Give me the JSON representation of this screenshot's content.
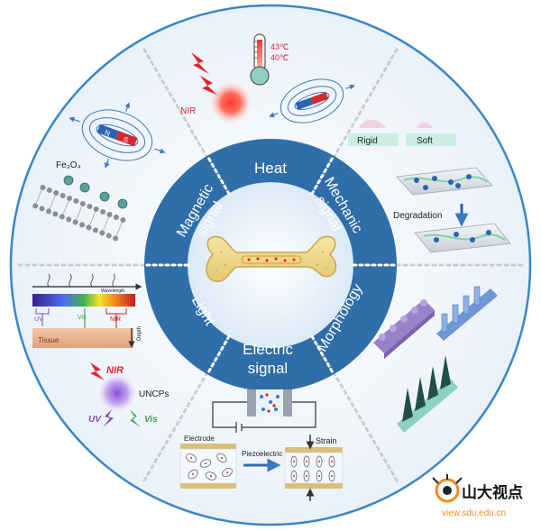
{
  "ring": {
    "heat": "Heat",
    "mechanic_1": "Mechanic",
    "mechanic_2": "signal",
    "morphology": "Morphology",
    "electric_1": "Electric",
    "electric_2": "signal",
    "light": "Light",
    "magnetic_1": "Magnetic",
    "magnetic_2": "signal"
  },
  "heat_panel": {
    "nir": "NIR",
    "temp_high": "43℃",
    "temp_low": "40℃"
  },
  "magnetic_panel": {
    "fe3o4": "Fe₃O₄",
    "north": "N",
    "south": "S"
  },
  "mechanic_panel": {
    "rigid": "Rigid",
    "soft": "Soft",
    "degradation": "Degradation"
  },
  "light_panel": {
    "wavelength": "Wavelength",
    "uv": "UV",
    "vis": "Vis",
    "nir": "NIR",
    "tissue": "Tissue",
    "depth": "Depth",
    "nir_source": "NIR",
    "uncps": "UNCPs",
    "uv_out": "UV",
    "vis_out": "Vis"
  },
  "electric_panel": {
    "electrode": "Electrode",
    "piezoelectric": "Piezoelectric",
    "strain": "Strain"
  },
  "watermark": {
    "brand": "山大视点",
    "url": "view.sdu.edu.cn"
  },
  "colors": {
    "ring_blue": "#2f6ea8",
    "outer_border": "#3a86c8",
    "panel_bg": "#eef3f9",
    "nir_red": "#e3262c",
    "magnet_red": "#d7262f",
    "magnet_blue": "#2d62b0",
    "uv_purple": "#7b52b5",
    "vis_green": "#3fa44a",
    "morph_purple": "#9a82c9",
    "morph_blue": "#6f97d6",
    "morph_teal": "#8fd0c2"
  }
}
